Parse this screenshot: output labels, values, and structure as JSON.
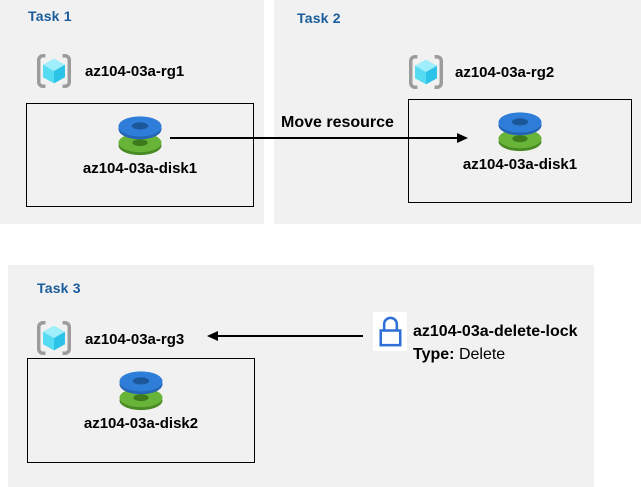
{
  "colors": {
    "panel_bg": "#f1f1f2",
    "title_blue": "#1a5c9c",
    "label_black": "#000000",
    "arrow_black": "#000000",
    "lock_blue": "#2f6fd8",
    "disk_blue": "#2e7dd9",
    "disk_green": "#68b438",
    "cube_cyan": "#55dbf2",
    "bracket_gray": "#9b9b9b"
  },
  "tasks": [
    {
      "title": "Task 1",
      "rg_label": "az104-03a-rg1",
      "disk_label": "az104-03a-disk1"
    },
    {
      "title": "Task 2",
      "rg_label": "az104-03a-rg2",
      "disk_label": "az104-03a-disk1"
    },
    {
      "title": "Task 3",
      "rg_label": "az104-03a-rg3",
      "disk_label": "az104-03a-disk2"
    }
  ],
  "move_arrow": {
    "label": "Move resource"
  },
  "delete_lock": {
    "name": "az104-03a-delete-lock",
    "type_key": "Type:",
    "type_value": "Delete"
  }
}
